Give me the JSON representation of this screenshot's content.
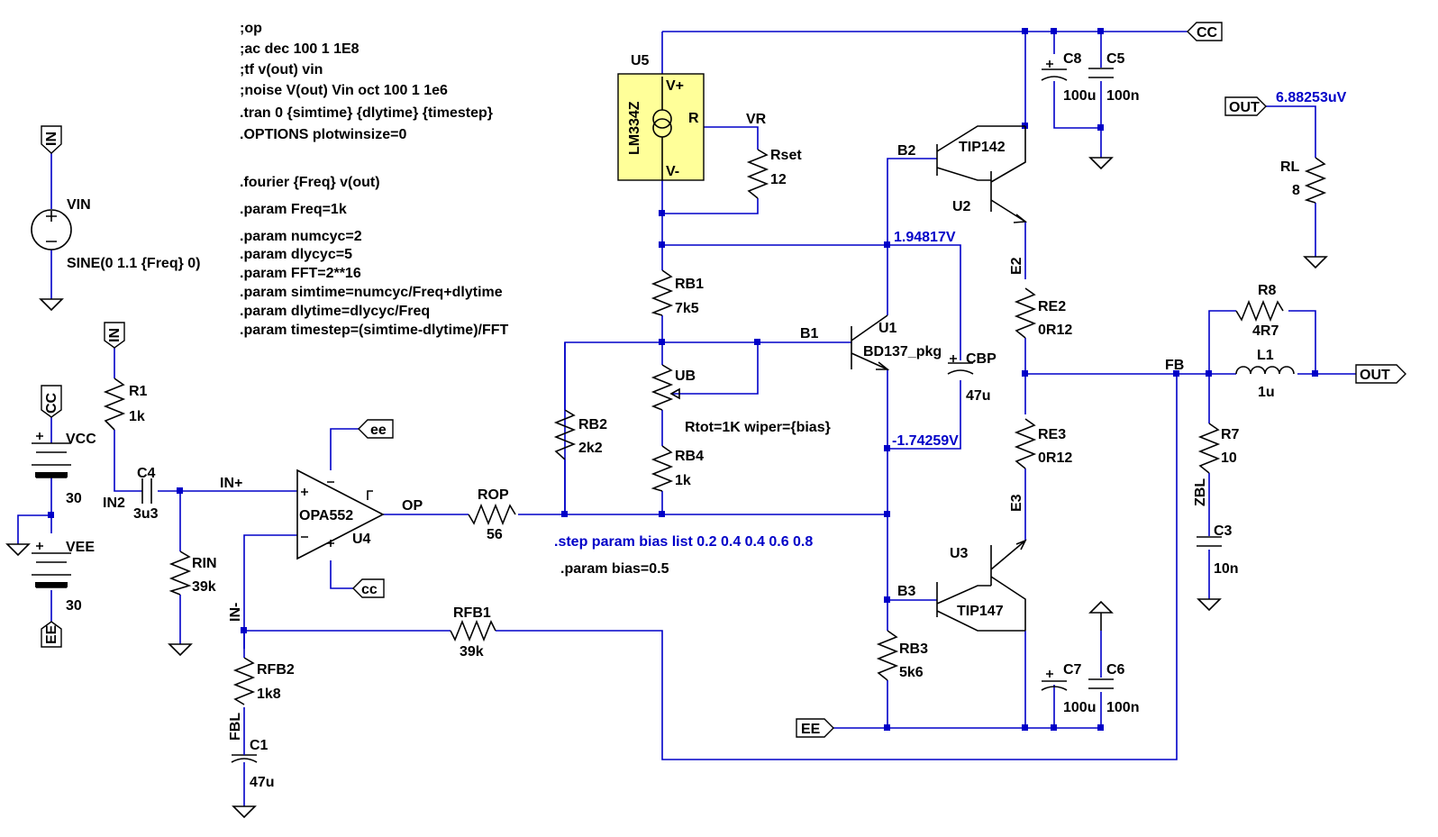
{
  "directives": [
    ";op",
    ";ac dec 100 1 1E8",
    ";tf v(out) vin",
    ";noise V(out) Vin oct 100 1 1e6",
    ".tran 0 {simtime} {dlytime} {timestep}",
    ".OPTIONS plotwinsize=0",
    ".fourier {Freq} v(out)",
    ".param Freq=1k",
    ".param numcyc=2",
    ".param dlycyc=5",
    ".param FFT=2**16",
    ".param simtime=numcyc/Freq+dlytime",
    ".param dlytime=dlycyc/Freq",
    ".param timestep=(simtime-dlytime)/FFT"
  ],
  "step_directive": ".step param bias list 0.2 0.4 0.4 0.6 0.8",
  "bias_param": ".param bias=0.5",
  "ub_note": "Rtot=1K wiper={bias}",
  "probes": {
    "out": "6.88253uV",
    "b2": "1.94817V",
    "b3": "-1.74259V"
  },
  "colors": {
    "wire": "#0000c8",
    "ic_fill": "#ffff99",
    "symbol": "#000000"
  },
  "ports": {
    "in_top": "IN",
    "in_r1": "IN",
    "cc_supply": "CC",
    "ee_supply": "EE",
    "ee_op": "ee",
    "cc_op": "cc",
    "cc_top": "CC",
    "out_rl": "OUT",
    "out_main": "OUT",
    "ee_bottom": "EE"
  },
  "nets": {
    "in2": "IN2",
    "in_plus": "IN+",
    "op": "OP",
    "in_minus": "IN-",
    "fbl": "FBL",
    "vr": "VR",
    "b1": "B1",
    "b2": "B2",
    "b3": "B3",
    "e2": "E2",
    "e3": "E3",
    "fb": "FB",
    "zbl": "ZBL"
  },
  "components": {
    "vin": {
      "name": "VIN",
      "value": "SINE(0 1.1 {Freq} 0)"
    },
    "vcc": {
      "name": "VCC",
      "value": "30"
    },
    "vee": {
      "name": "VEE",
      "value": "30"
    },
    "r1": {
      "name": "R1",
      "value": "1k"
    },
    "c4": {
      "name": "C4",
      "value": "3u3"
    },
    "rin": {
      "name": "RIN",
      "value": "39k"
    },
    "u4": {
      "name": "U4",
      "model": "OPA552"
    },
    "rop": {
      "name": "ROP",
      "value": "56"
    },
    "rfb1": {
      "name": "RFB1",
      "value": "39k"
    },
    "rfb2": {
      "name": "RFB2",
      "value": "1k8"
    },
    "c1": {
      "name": "C1",
      "value": "47u"
    },
    "u5": {
      "name": "U5",
      "model": "LM334Z",
      "pin_vplus": "V+",
      "pin_r": "R",
      "pin_vminus": "V-"
    },
    "rset": {
      "name": "Rset",
      "value": "12"
    },
    "rb1": {
      "name": "RB1",
      "value": "7k5"
    },
    "ub": {
      "name": "UB"
    },
    "rb4": {
      "name": "RB4",
      "value": "1k"
    },
    "rb2": {
      "name": "RB2",
      "value": "2k2"
    },
    "u1": {
      "name": "U1",
      "model": "BD137_pkg"
    },
    "cbp": {
      "name": "CBP",
      "value": "47u"
    },
    "rb3": {
      "name": "RB3",
      "value": "5k6"
    },
    "u2": {
      "name": "U2",
      "model": "TIP142"
    },
    "u3": {
      "name": "U3",
      "model": "TIP147"
    },
    "re2": {
      "name": "RE2",
      "value": "0R12"
    },
    "re3": {
      "name": "RE3",
      "value": "0R12"
    },
    "c8": {
      "name": "C8",
      "value": "100u"
    },
    "c5": {
      "name": "C5",
      "value": "100n"
    },
    "c7": {
      "name": "C7",
      "value": "100u"
    },
    "c6": {
      "name": "C6",
      "value": "100n"
    },
    "r8": {
      "name": "R8",
      "value": "4R7"
    },
    "l1": {
      "name": "L1",
      "value": "1u"
    },
    "r7": {
      "name": "R7",
      "value": "10"
    },
    "c3": {
      "name": "C3",
      "value": "10n"
    },
    "rl": {
      "name": "RL",
      "value": "8"
    }
  }
}
